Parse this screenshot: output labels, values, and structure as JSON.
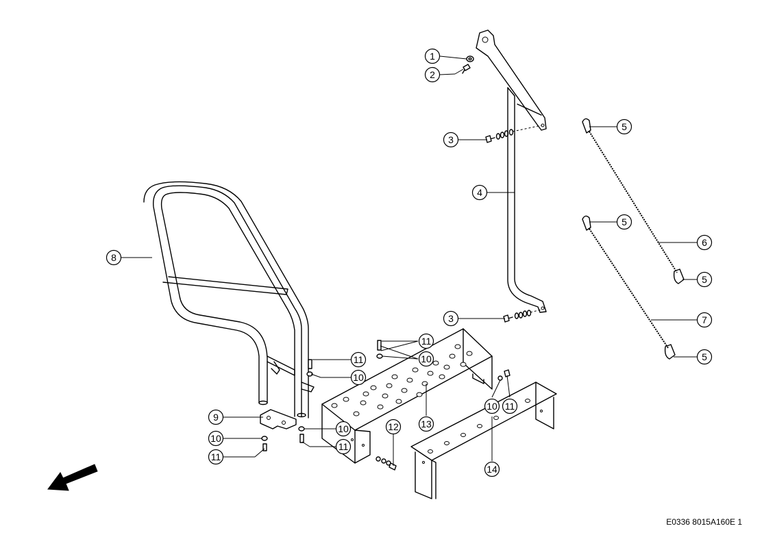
{
  "drawing_code": "E0336 8015A160E 1",
  "callouts": [
    {
      "id": "c1",
      "label": "1"
    },
    {
      "id": "c2",
      "label": "2"
    },
    {
      "id": "c3a",
      "label": "3"
    },
    {
      "id": "c3b",
      "label": "3"
    },
    {
      "id": "c4",
      "label": "4"
    },
    {
      "id": "c5a",
      "label": "5"
    },
    {
      "id": "c5b",
      "label": "5"
    },
    {
      "id": "c5c",
      "label": "5"
    },
    {
      "id": "c5d",
      "label": "5"
    },
    {
      "id": "c6",
      "label": "6"
    },
    {
      "id": "c7",
      "label": "7"
    },
    {
      "id": "c8",
      "label": "8"
    },
    {
      "id": "c9",
      "label": "9"
    },
    {
      "id": "c10a",
      "label": "10"
    },
    {
      "id": "c10b",
      "label": "10"
    },
    {
      "id": "c10c",
      "label": "10"
    },
    {
      "id": "c10d",
      "label": "10"
    },
    {
      "id": "c10e",
      "label": "10"
    },
    {
      "id": "c11a",
      "label": "11"
    },
    {
      "id": "c11b",
      "label": "11"
    },
    {
      "id": "c11c",
      "label": "11"
    },
    {
      "id": "c11d",
      "label": "11"
    },
    {
      "id": "c11e",
      "label": "11"
    },
    {
      "id": "c12",
      "label": "12"
    },
    {
      "id": "c13",
      "label": "13"
    },
    {
      "id": "c14",
      "label": "14"
    }
  ]
}
